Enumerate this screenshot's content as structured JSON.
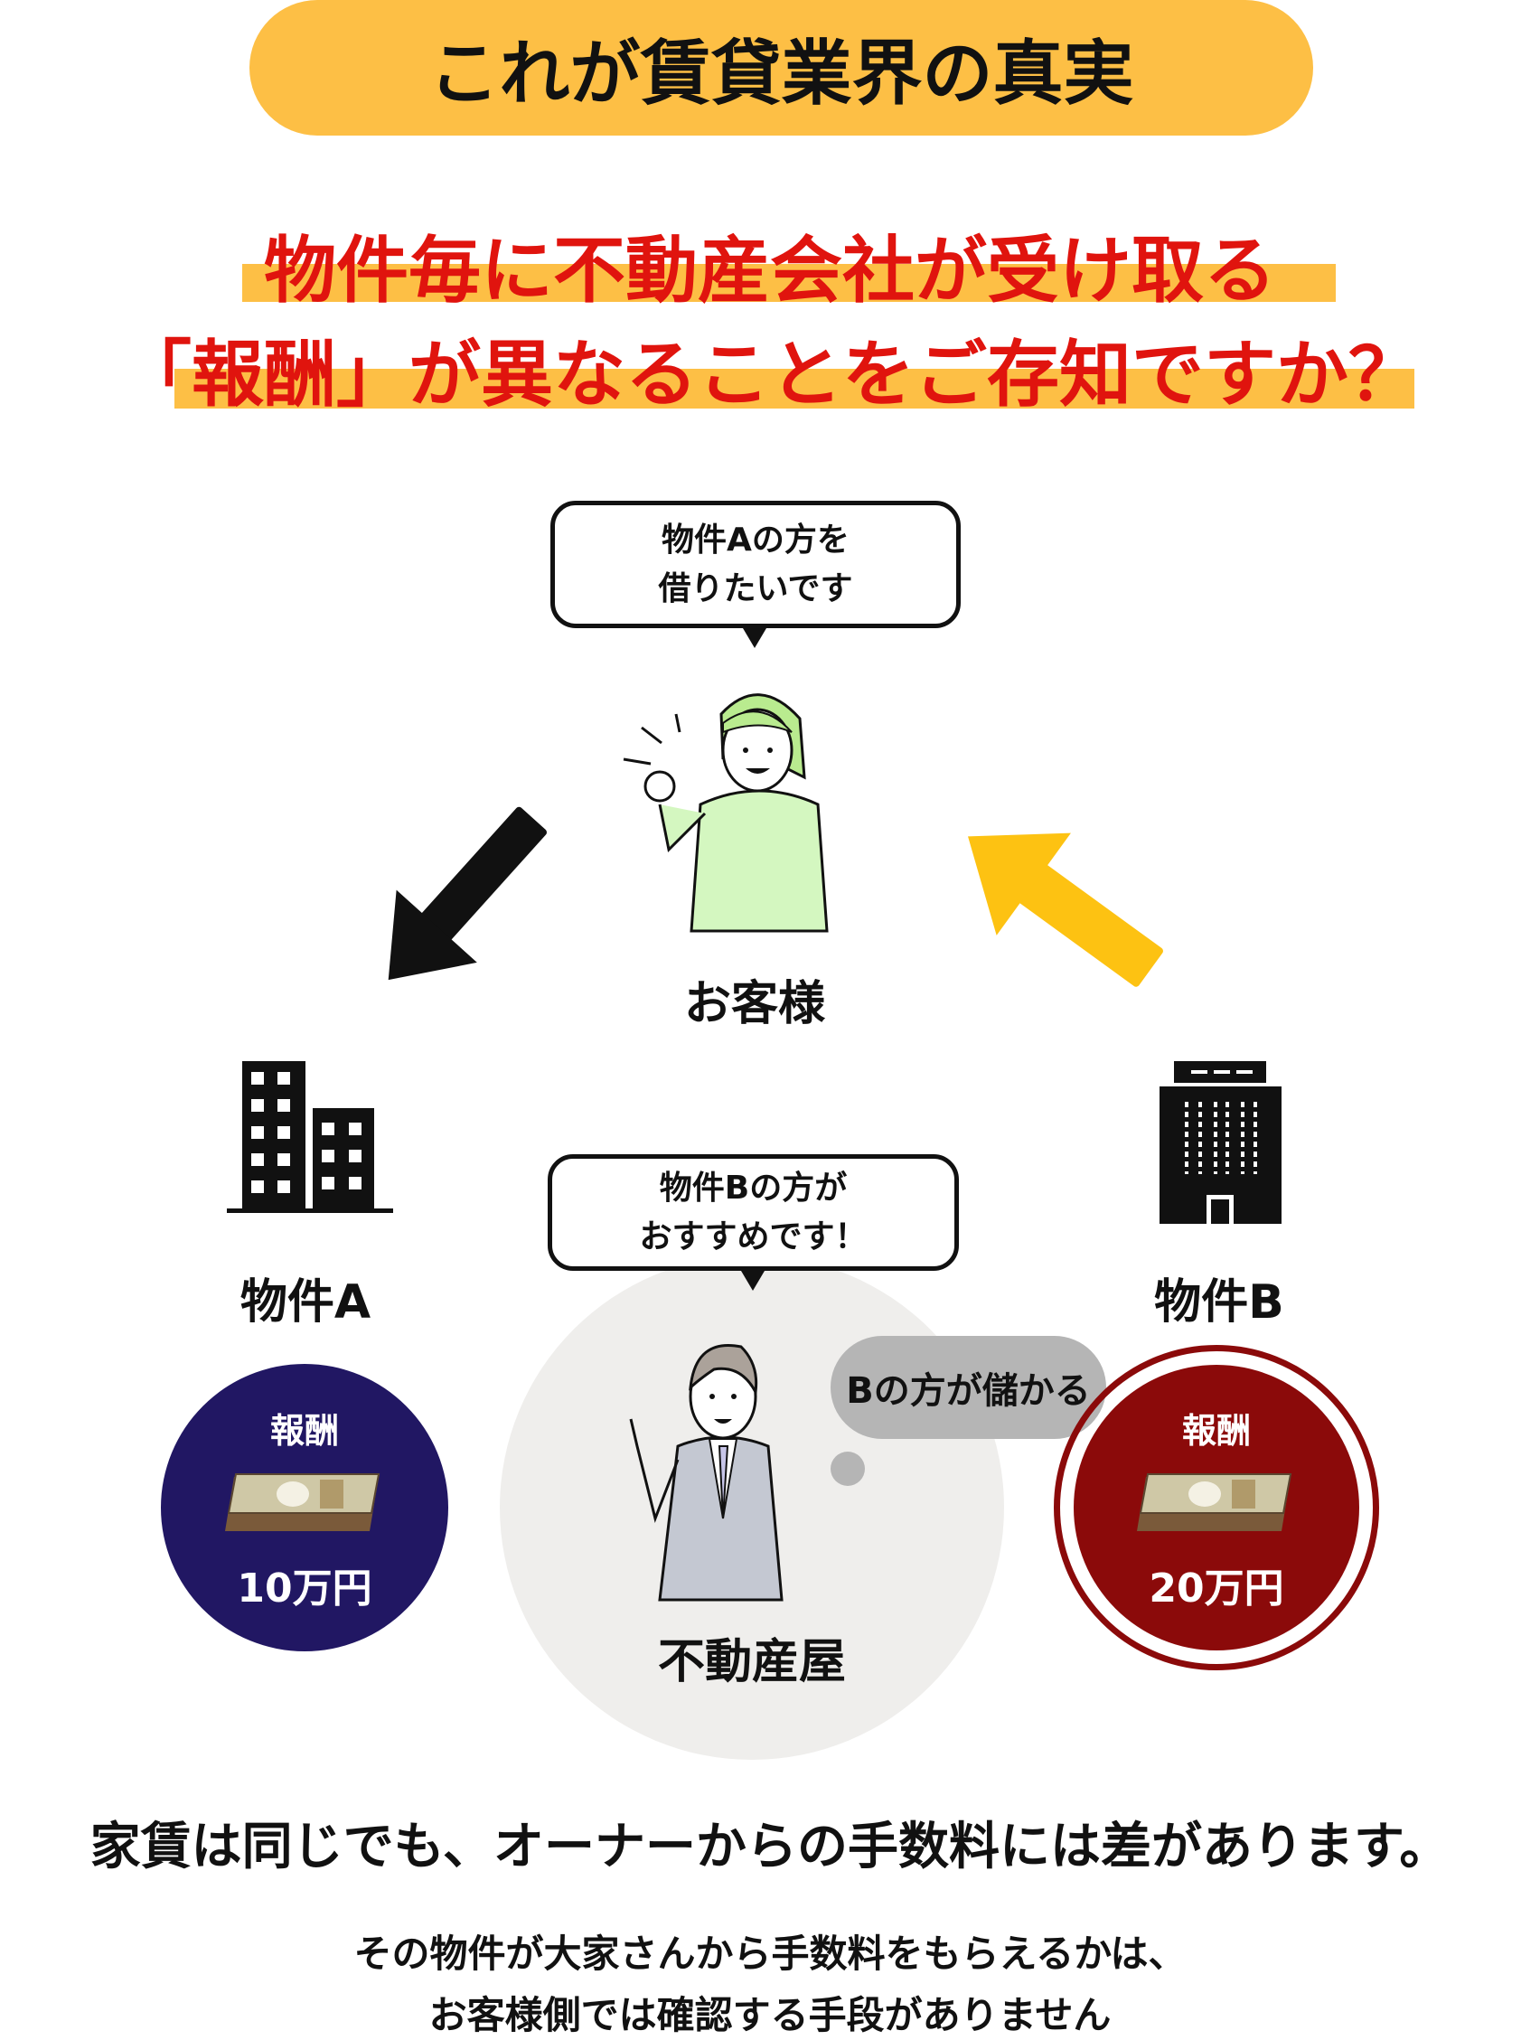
{
  "title": "これが賃貸業界の真実",
  "headline": {
    "line1": "物件毎に不動産会社が受け取る",
    "line2": "「報酬」が異なることをご存知ですか？"
  },
  "customer": {
    "speech_line1": "物件Aの方を",
    "speech_line2": "借りたいです",
    "label": "お客様"
  },
  "property_a": {
    "label": "物件A",
    "reward_label": "報酬",
    "reward_value": "10万円"
  },
  "property_b": {
    "label": "物件B",
    "reward_label": "報酬",
    "reward_value": "20万円"
  },
  "agent": {
    "speech_line1": "物件Bの方が",
    "speech_line2": "おすすめです！",
    "thought": "Bの方が儲かる",
    "label": "不動産屋"
  },
  "footer": {
    "main": "家賃は同じでも、オーナーからの手数料には差があります。",
    "sub_line1": "その物件が大家さんから手数料をもらえるかは、",
    "sub_line2": "お客様側では確認する手段がありません"
  },
  "colors": {
    "accent_yellow": "#FDBF45",
    "headline_red": "#E0140E",
    "property_a_navy": "#211763",
    "property_b_red": "#8B0A0A",
    "arrow_yellow": "#FDC212",
    "agent_bg": "#EFEEEC",
    "thought_gray": "#B5B5B5"
  }
}
